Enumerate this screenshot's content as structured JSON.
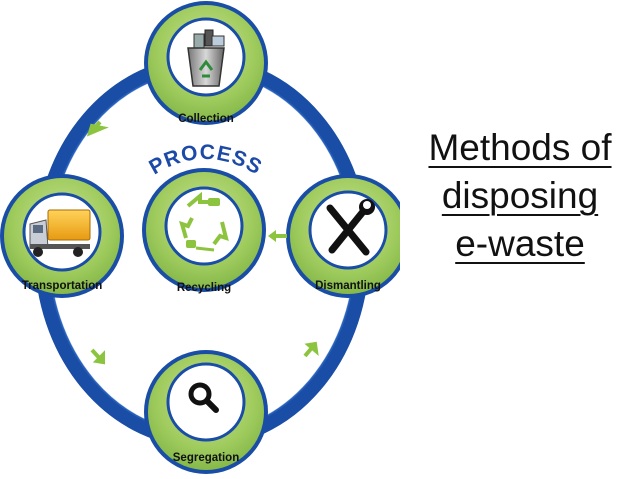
{
  "diagram": {
    "process_label": "PROCESS",
    "nodes": {
      "collection": "Collection",
      "transportation": "Transportation",
      "recycling": "Recycling",
      "dismantling": "Dismantling",
      "segregation": "Segregation"
    }
  },
  "title": {
    "line1": "Methods of",
    "line2": "disposing",
    "line3": "e-waste"
  },
  "colors": {
    "ring_blue": "#1a4ea6",
    "circle_green": "#9bc95a",
    "circle_green_light": "#c3e08b",
    "arrow_green": "#8cc43f"
  }
}
